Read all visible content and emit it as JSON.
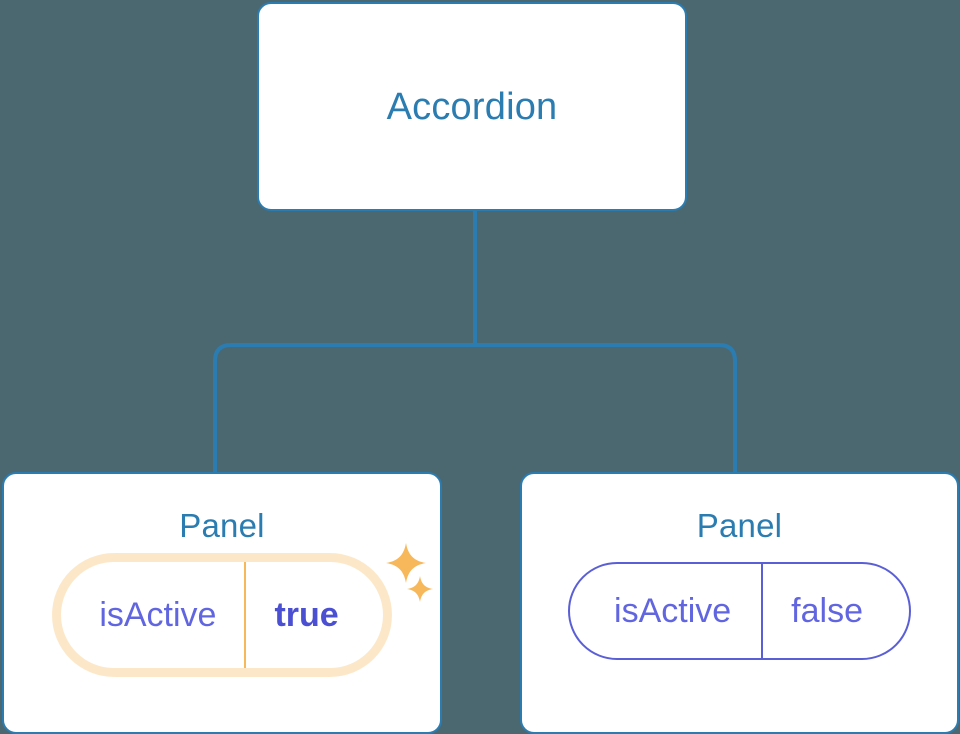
{
  "diagram": {
    "type": "component-tree",
    "background_color": "#4b6871",
    "accent_color": "#2b7cb0",
    "prop_color": "#6166e0",
    "highlight_color": "#f7b85c",
    "root": {
      "title": "Accordion"
    },
    "children": [
      {
        "title": "Panel",
        "prop": {
          "key": "isActive",
          "value": "true",
          "highlighted": true
        },
        "sparkles": [
          "sparkle-large-icon",
          "sparkle-small-icon"
        ]
      },
      {
        "title": "Panel",
        "prop": {
          "key": "isActive",
          "value": "false",
          "highlighted": false
        }
      }
    ]
  }
}
